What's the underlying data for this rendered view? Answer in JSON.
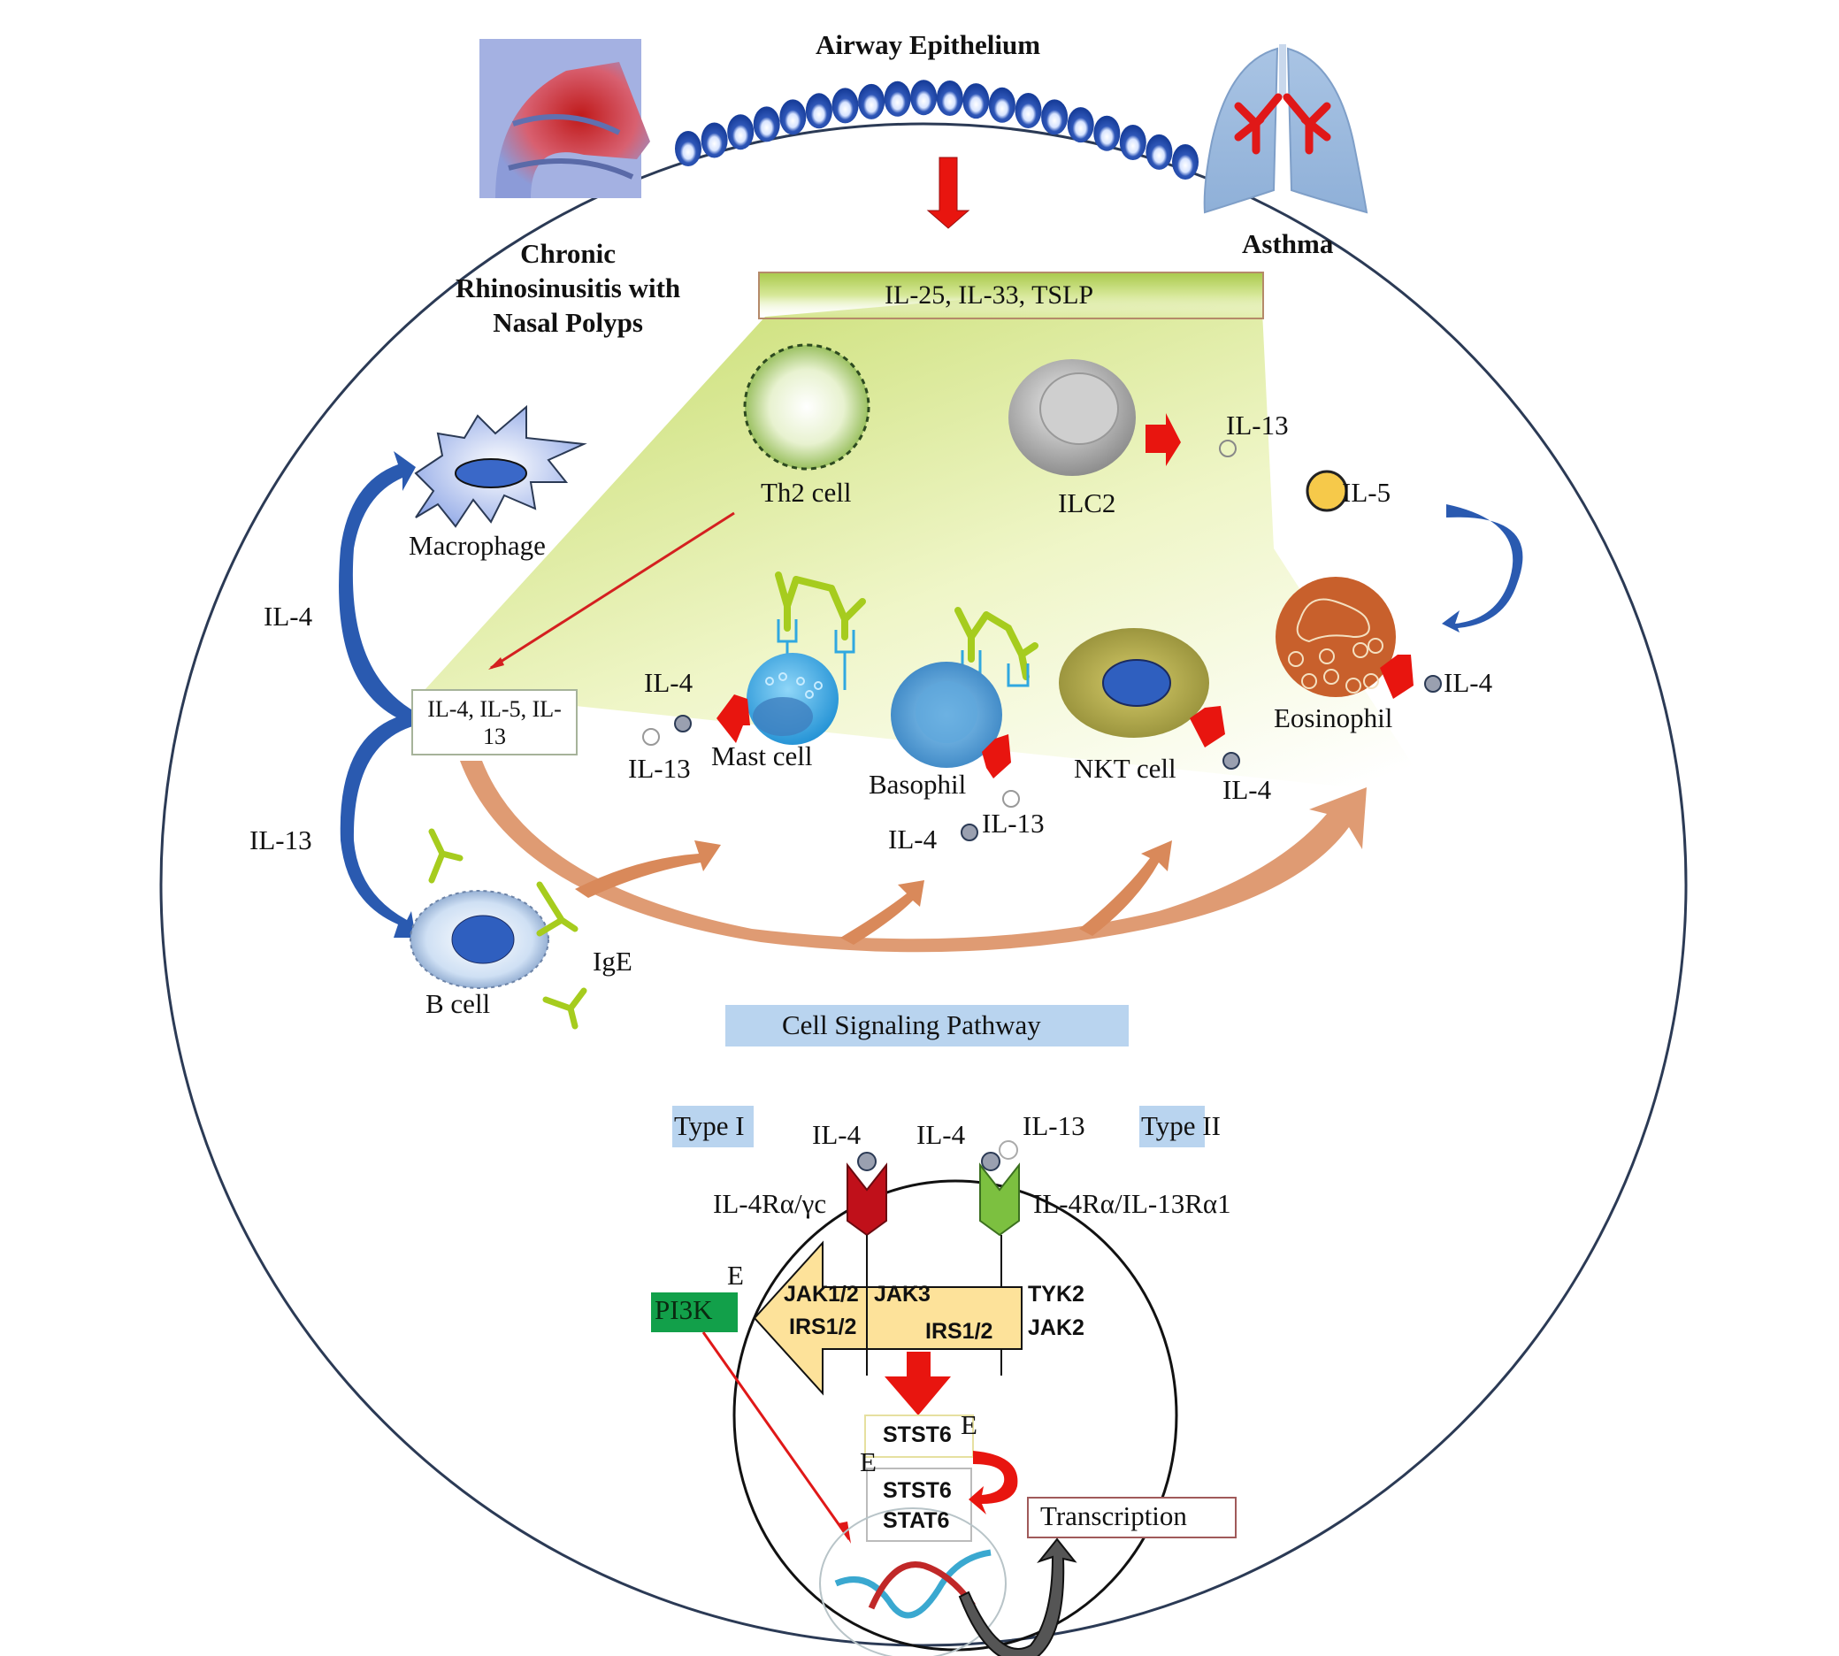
{
  "header": {
    "airway_title": "Airway Epithelium",
    "left_disease": [
      "Chronic",
      "Rhinosinusitis with",
      "Nasal Polyps"
    ],
    "right_disease": "Asthma",
    "alarmins": "IL-25, IL-33, TSLP"
  },
  "cells": {
    "th2": "Th2 cell",
    "ilc2": "ILC2",
    "macrophage": "Macrophage",
    "mast": "Mast cell",
    "basophil": "Basophil",
    "nkt": "NKT cell",
    "eosinophil": "Eosinophil",
    "bcell": "B cell"
  },
  "cytokines": {
    "ilc2_out": "IL-13",
    "il5": "IL-5",
    "eos_out": "IL-4",
    "mast_il4": "IL-4",
    "mast_il13": "IL-13",
    "baso_il4": "IL-4",
    "baso_il13": "IL-13",
    "nkt_il4": "IL-4",
    "left_il4": "IL-4",
    "left_il13": "IL-13",
    "th2_box_line1": "IL-4, IL-5, IL-",
    "th2_box_line2": "13",
    "ige": "IgE"
  },
  "signaling": {
    "title": "Cell Signaling Pathway",
    "type1": "Type I",
    "type2": "Type II",
    "r1_ligand": "IL-4",
    "r2_ligand_a": "IL-4",
    "r2_ligand_b": "IL-13",
    "r1_name": "IL-4Rα/γc",
    "r2_name": "IL-4Rα/IL-13Rα1",
    "jak12": "JAK1/2",
    "irs12_a": "IRS1/2",
    "jak3": "JAK3",
    "irs12_b": "IRS1/2",
    "tyk2": "TYK2",
    "jak2": "JAK2",
    "pi3k": "PI3K",
    "e_mark": "E",
    "stst6_top": "STST6",
    "stst6_bottom": "STST6",
    "stat6": "STAT6",
    "transcription": "Transcription"
  },
  "colors": {
    "circle_outline": "#2b3a55",
    "alarmin_band": "#b8d45a",
    "arrow_red": "#e8150f",
    "arrow_blue": "#2a5ab0",
    "arrow_orange": "#d9895a",
    "receptor_type1": "#c0101a",
    "receptor_type2": "#7cc040",
    "pi3k_green": "#12a04a",
    "jak_yellow": "#fde29a",
    "label_blue_bg": "#b9d4ef",
    "il5_yellow": "#f6c94a",
    "eosinophil": "#c8602c"
  }
}
